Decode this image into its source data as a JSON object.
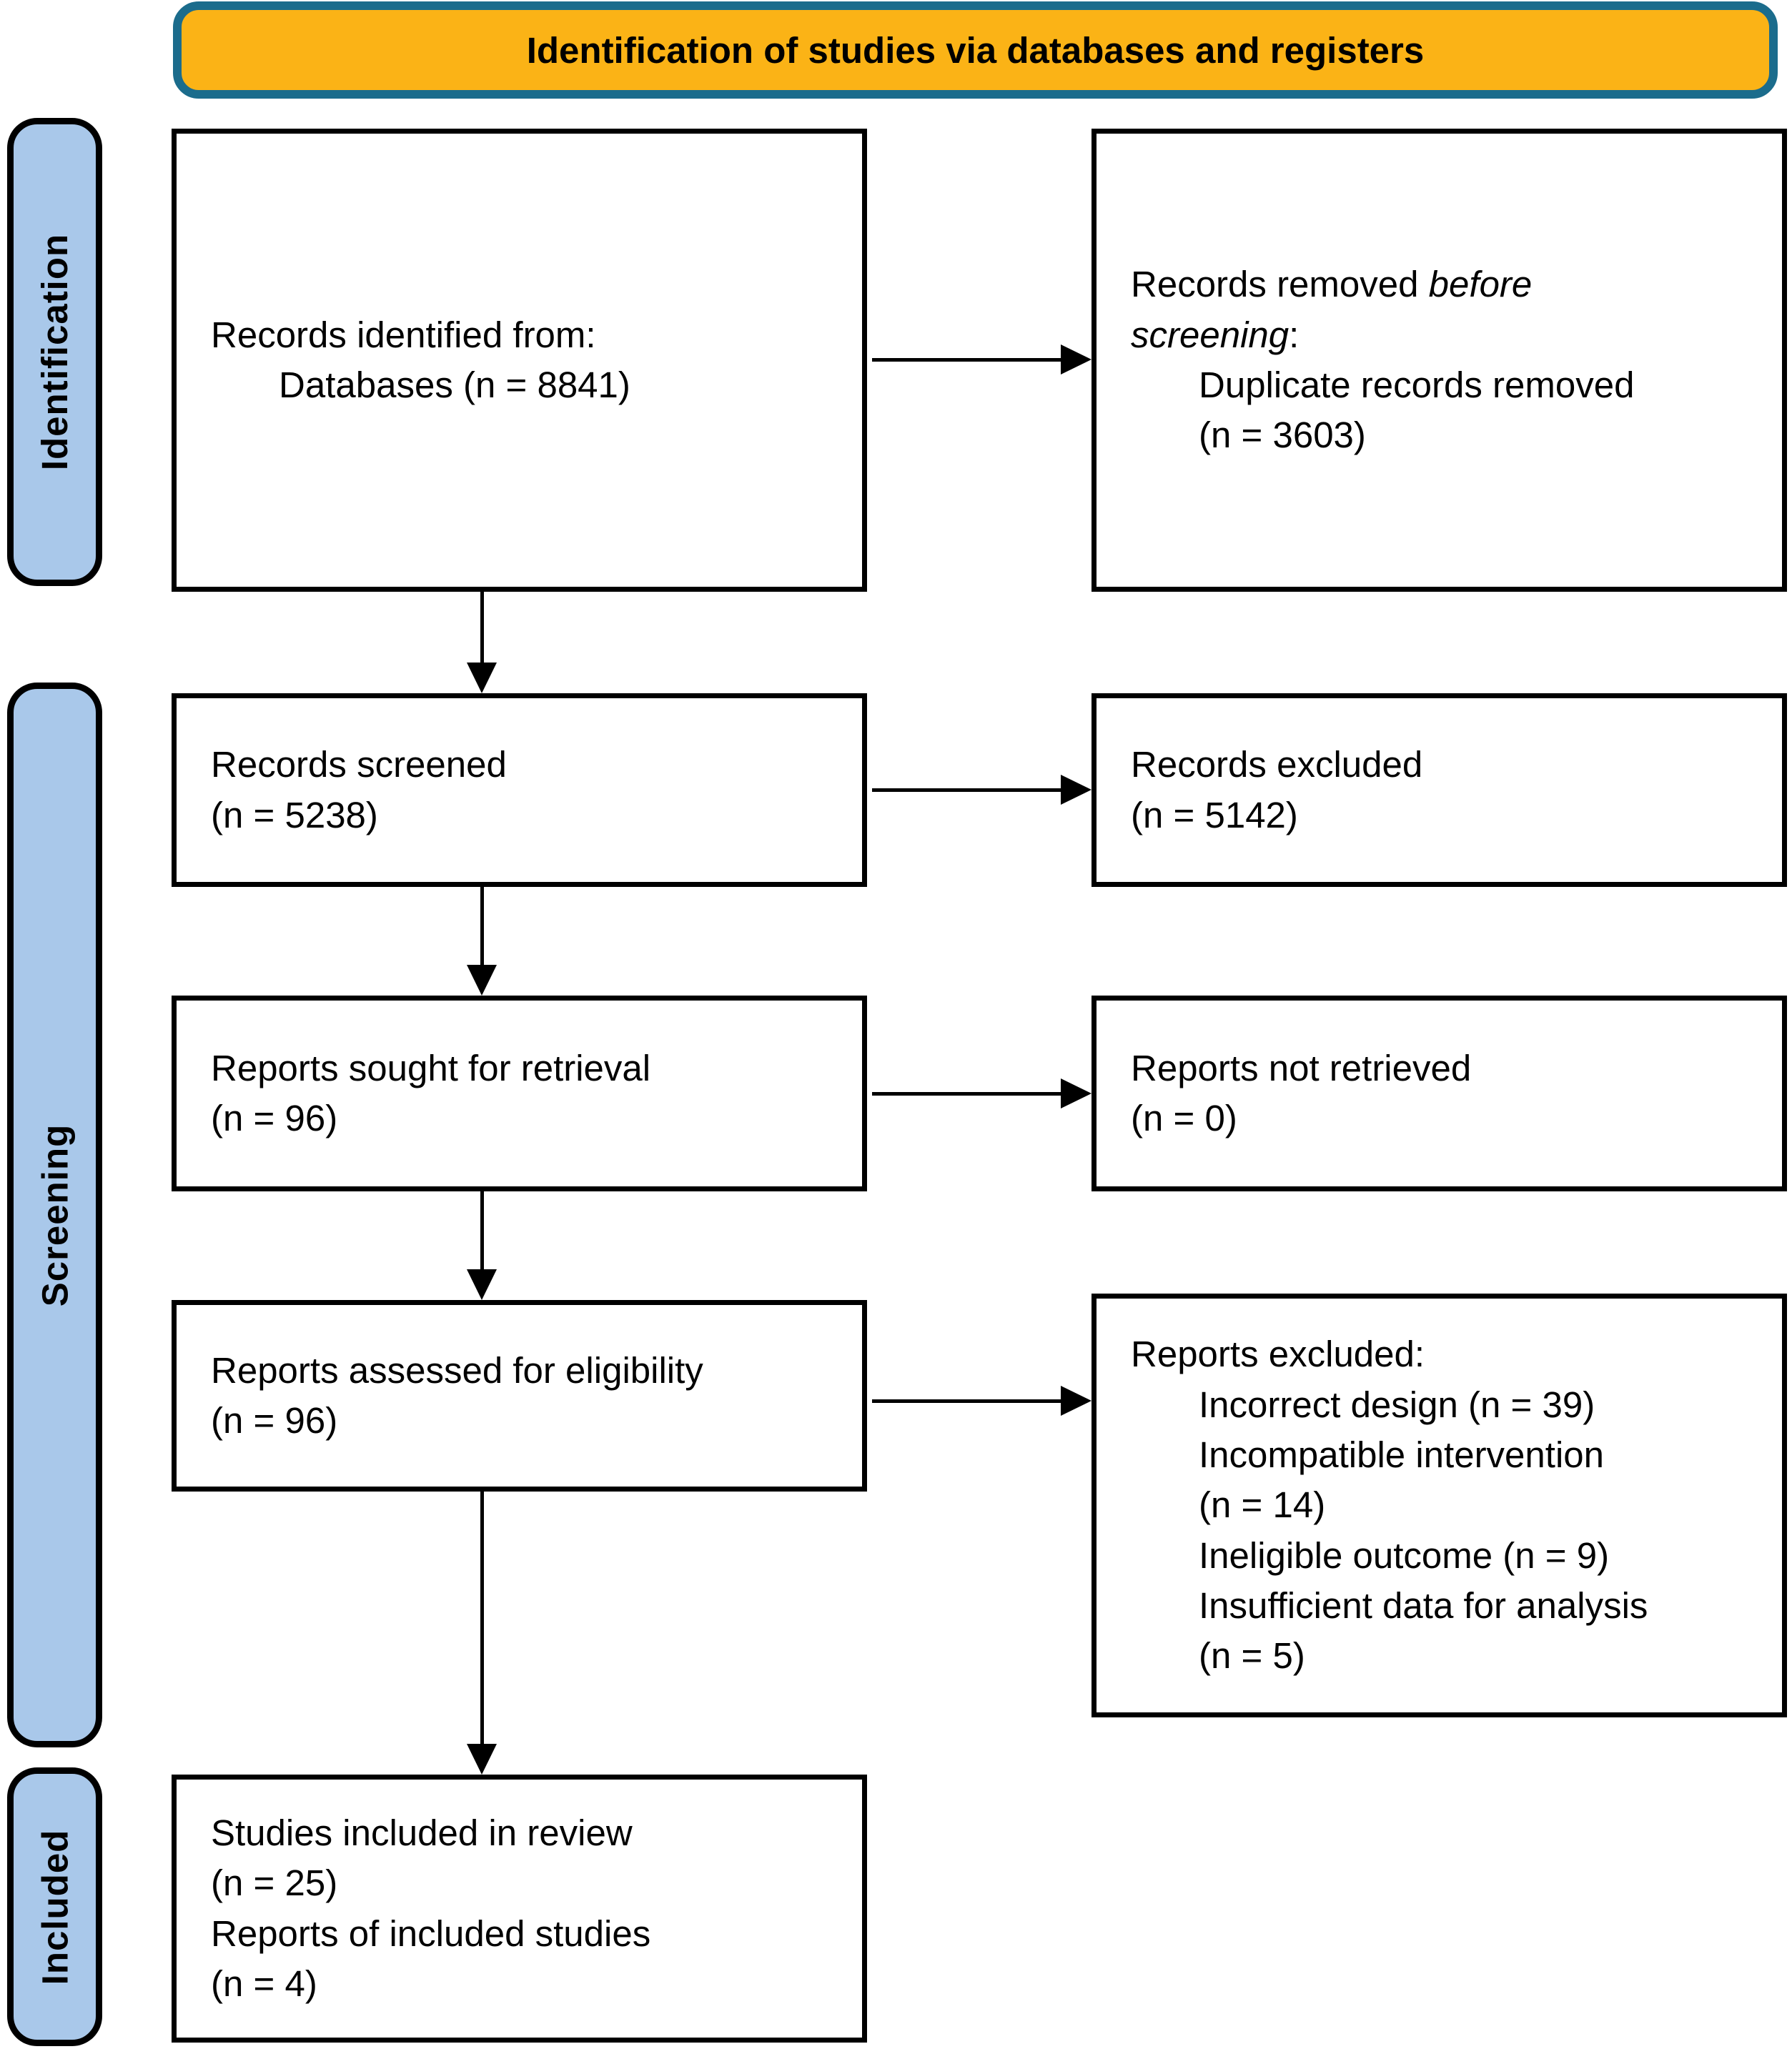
{
  "banner": {
    "title": "Identification of studies via databases and registers"
  },
  "colors": {
    "banner_fill": "#FBB316",
    "banner_border": "#1B6C8C",
    "sidebar_fill": "#A9C8EA",
    "box_border": "#000000"
  },
  "sidebar": {
    "identification": "Identification",
    "screening": "Screening",
    "included": "Included"
  },
  "boxes": {
    "records_identified": {
      "l1": "Records identified from:",
      "l2": "Databases (n = 8841)"
    },
    "records_removed": {
      "l1_pre": "Records removed ",
      "l1_italic": "before",
      "l2_italic": "screening",
      "l2_post": ":",
      "l3": "Duplicate records removed",
      "l4": "(n = 3603)"
    },
    "records_screened": {
      "l1": "Records screened",
      "l2": "(n = 5238)"
    },
    "records_excluded": {
      "l1": "Records excluded",
      "l2": "(n = 5142)"
    },
    "reports_sought": {
      "l1": "Reports sought for retrieval",
      "l2": "(n = 96)"
    },
    "reports_not_retrieved": {
      "l1": "Reports not retrieved",
      "l2": "(n = 0)"
    },
    "reports_assessed": {
      "l1": "Reports assessed for eligibility",
      "l2": "(n = 96)"
    },
    "reports_excluded": {
      "l1": "Reports excluded:",
      "l2": "Incorrect design (n = 39)",
      "l3": "Incompatible intervention",
      "l4": "(n = 14)",
      "l5": "Ineligible outcome (n = 9)",
      "l6": "Insufficient data for analysis",
      "l7": "(n = 5)"
    },
    "studies_included": {
      "l1": "Studies included in review",
      "l2": "(n = 25)",
      "l3": "Reports of included studies",
      "l4": "(n = 4)"
    }
  }
}
